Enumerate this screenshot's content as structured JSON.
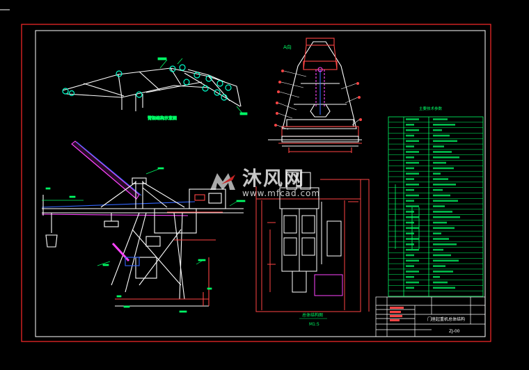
{
  "drawing": {
    "view_labels": {
      "section_a": "A向",
      "boom_detail": "臂架结构示意图",
      "main_view": "总体结构图",
      "main_view_scale": "M1:5"
    },
    "spec_table": {
      "title": "主要技术参数"
    },
    "title_block": {
      "drawing_title": "门座起重机总体结构",
      "drawing_code": "ZJ-00"
    },
    "watermark": {
      "name": "沐风网",
      "url": "www.mfcad.com"
    },
    "colors": {
      "frame": "#ff2a2a",
      "structure": "#ffffff",
      "dimension": "#00ff66",
      "boom": "#ff44ff",
      "detail_blue": "#3366ff",
      "yellow": "#ffff33"
    }
  }
}
